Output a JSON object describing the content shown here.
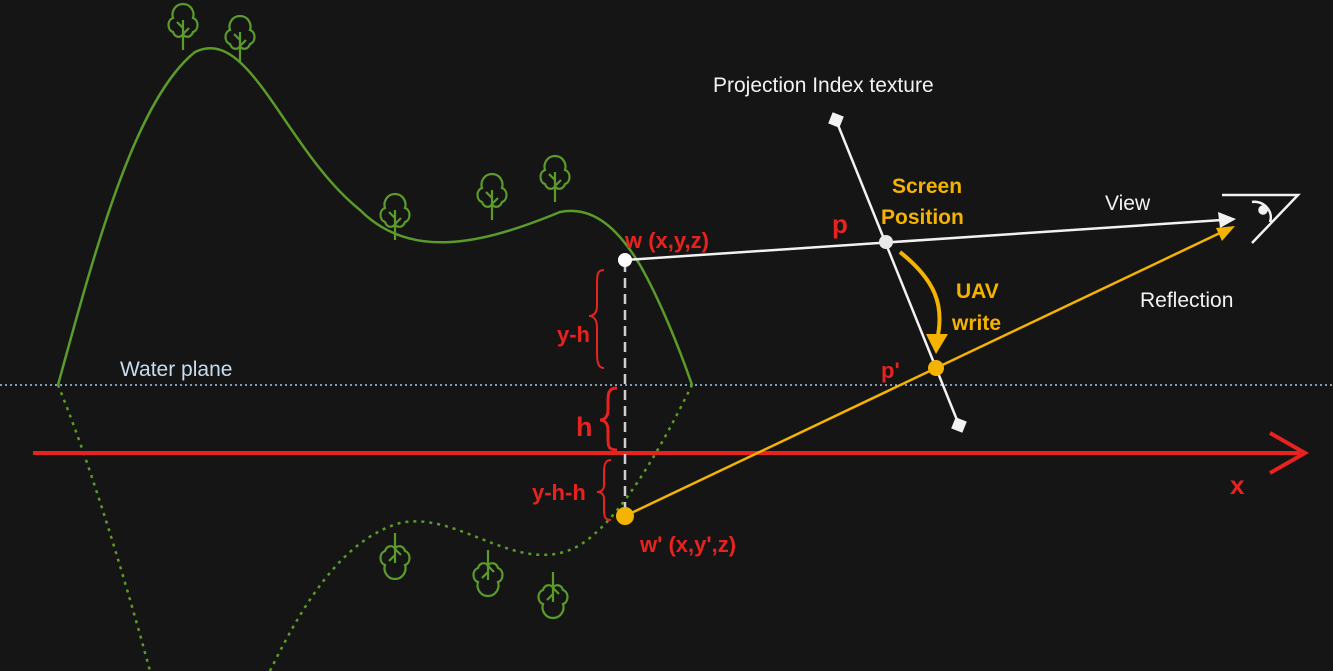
{
  "labels": {
    "projection_index_texture": "Projection Index texture",
    "screen_position_line1": "Screen",
    "screen_position_line2": "Position",
    "view": "View",
    "reflection": "Reflection",
    "uav_line1": "UAV",
    "uav_line2": "write",
    "water_plane": "Water plane",
    "point_w": "w (x,y,z)",
    "point_w_reflected": "w' (x,y',z)",
    "point_p": "p",
    "point_p_reflected": "p'",
    "dist_y_minus_h": "y-h",
    "dist_h": "h",
    "dist_y_minus_h_minus_h": "y-h-h",
    "axis_x": "x"
  },
  "colors": {
    "background": "#151515",
    "terrain": "#5b9b2a",
    "axis": "#e8231f",
    "reflection": "#f5b301",
    "view_line": "#f2f2f2",
    "water_line": "#a7c7e7"
  },
  "icons": [
    "tree-icon",
    "eye-icon"
  ]
}
